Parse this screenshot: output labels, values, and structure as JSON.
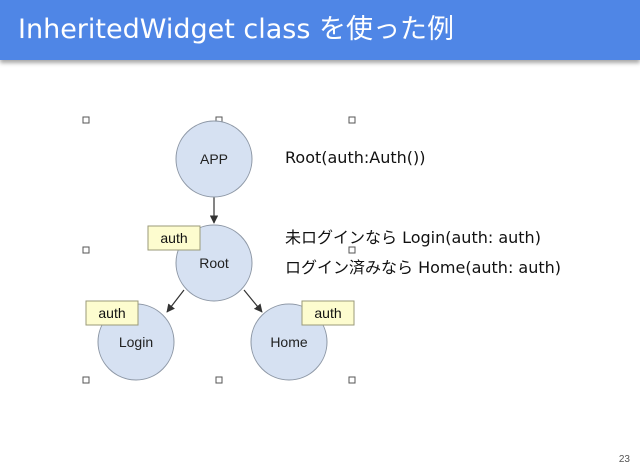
{
  "slide": {
    "title": "InheritedWidget class を使った例",
    "page_number": "23",
    "colors": {
      "header": "#4f86e6",
      "node_fill": "#d6e1f2",
      "node_stroke": "#8e98a6",
      "tag_fill": "#fdfccf",
      "tag_stroke": "#9a9a7a"
    }
  },
  "diagram": {
    "nodes": {
      "app": "APP",
      "root": "Root",
      "login": "Login",
      "home": "Home"
    },
    "tags": {
      "root_auth": "auth",
      "login_auth": "auth",
      "home_auth": "auth"
    }
  },
  "notes": {
    "root_call": "Root(auth:Auth())",
    "not_logged_in": "未ログインなら Login(auth: auth)",
    "logged_in": "ログイン済みなら Home(auth: auth)"
  }
}
